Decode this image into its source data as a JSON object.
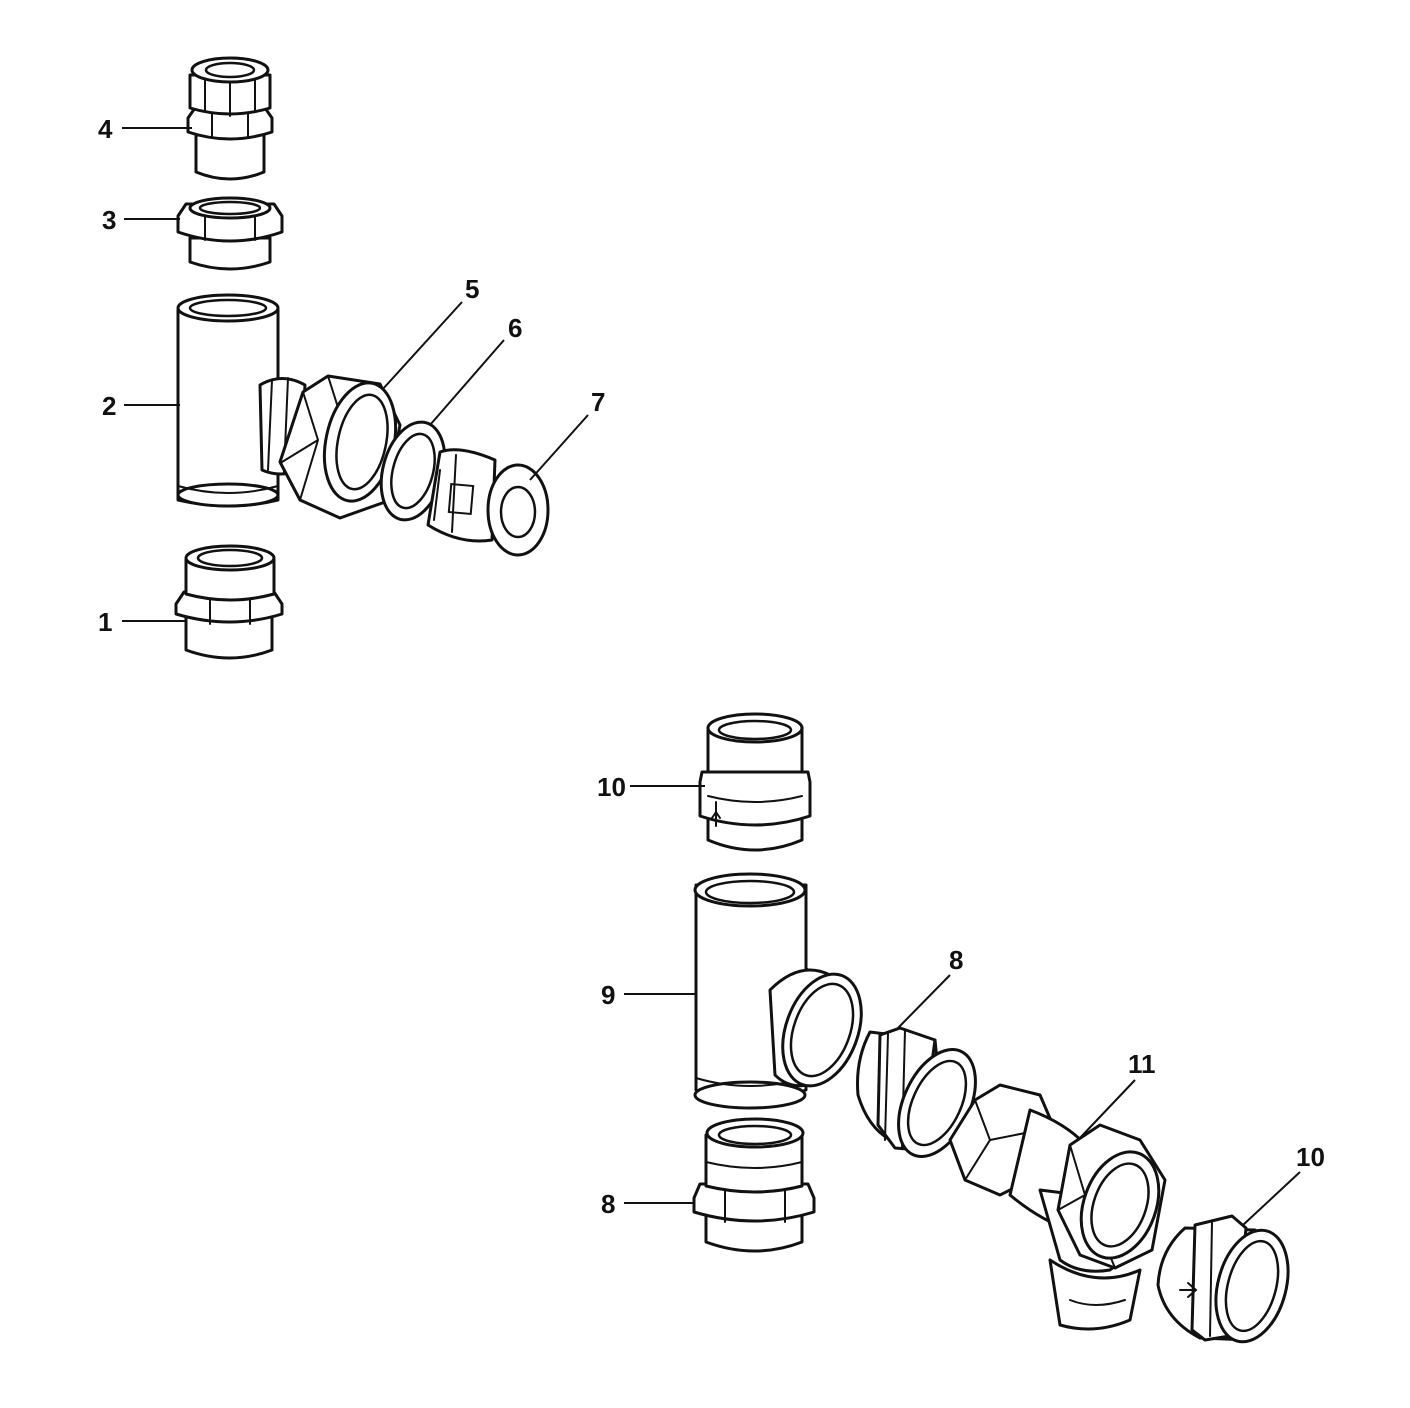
{
  "callouts": {
    "c1": "1",
    "c2": "2",
    "c3": "3",
    "c4": "4",
    "c5": "5",
    "c6": "6",
    "c7": "7",
    "c8a": "8",
    "c8b": "8",
    "c9": "9",
    "c10a": "10",
    "c10b": "10",
    "c11": "11"
  },
  "colors": {
    "line": "#111111",
    "background": "#ffffff"
  }
}
